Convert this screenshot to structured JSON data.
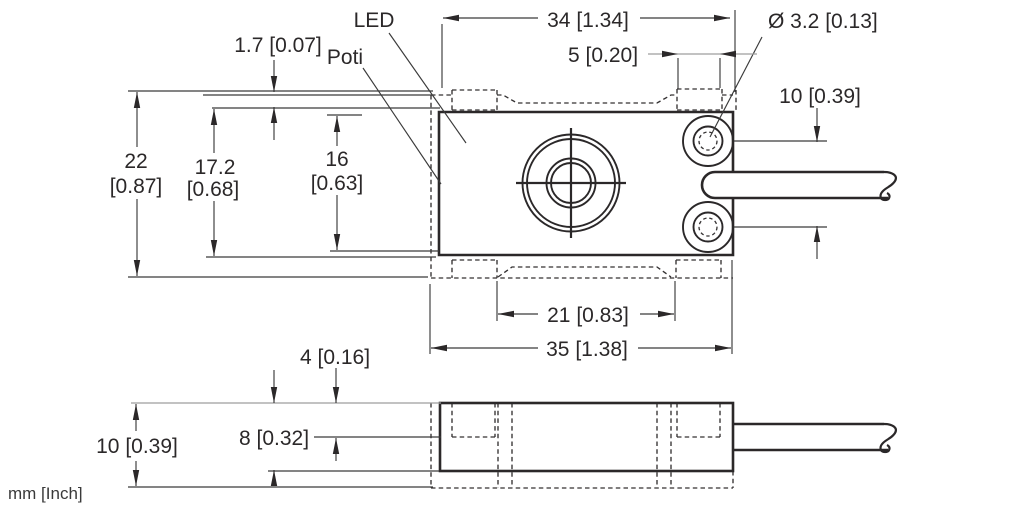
{
  "meta": {
    "units_note": "mm [Inch]"
  },
  "labels": {
    "led": "LED",
    "poti": "Poti",
    "hole_diameter": "Ø 3.2 [0.13]"
  },
  "top_view": {
    "lip_height": "1.7 [0.07]",
    "overall_height_mm": "22",
    "overall_height_in": "[0.87]",
    "body_height_mm": "17.2",
    "body_height_in": "[0.68]",
    "inner_height_mm": "16",
    "inner_height_in": "[0.63]",
    "body_width": "34 [1.34]",
    "slot_width": "5 [0.20]",
    "hole_spacing": "10 [0.39]",
    "slot_span": "21 [0.83]",
    "overall_width": "35 [1.38]"
  },
  "side_view": {
    "cable_center_offset": "4 [0.16]",
    "thickness": "8 [0.32]",
    "overall_height": "10 [0.39]"
  }
}
